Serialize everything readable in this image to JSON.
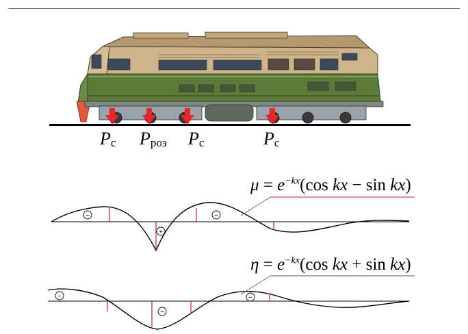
{
  "loads": [
    {
      "symbol": "P",
      "subscript": "с"
    },
    {
      "symbol": "P",
      "subscript": "роз"
    },
    {
      "symbol": "P",
      "subscript": "с"
    },
    {
      "symbol": "P",
      "subscript": "с"
    }
  ],
  "formulas": {
    "mu": {
      "lhs": "μ",
      "eq": " = ",
      "base": "e",
      "exp": "−kx",
      "open": "(cos ",
      "k1": "kx",
      "op": " − sin ",
      "k2": "kx",
      "close": ")"
    },
    "eta": {
      "lhs": "η",
      "eq": " = ",
      "base": "e",
      "exp": "−kx",
      "open": "(cos ",
      "k1": "kx",
      "op": " + sin ",
      "k2": "kx",
      "close": ")"
    }
  },
  "signs": {
    "minus": "−",
    "plus": "+"
  },
  "colors": {
    "arrow": "#e8262a",
    "rail": "#000000",
    "body_green": "#5c7a3a",
    "body_beige": "#c9ad82",
    "curve": "#000000",
    "ordinate": "#d91d1d"
  }
}
